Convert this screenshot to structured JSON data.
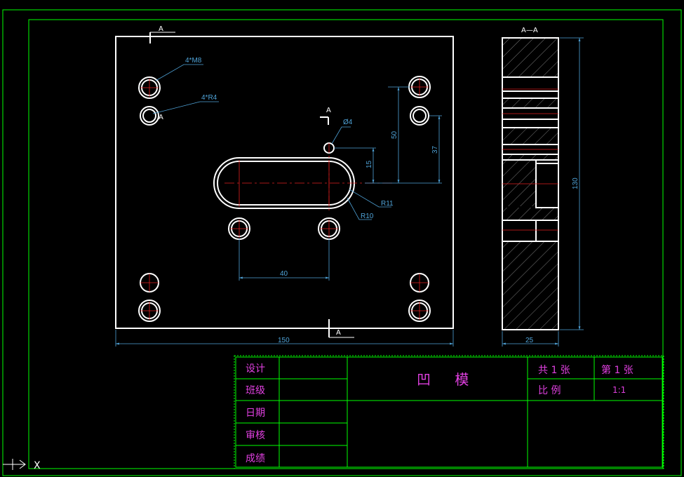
{
  "drawing": {
    "part_title": "凹 模",
    "section_label": "A—A",
    "cut_mark": "A",
    "callouts": {
      "threaded_holes": "4*M8",
      "radius_holes": "4*R4",
      "pin_hole": "Ø4",
      "r11": "R11",
      "r10": "R10"
    },
    "dimensions": {
      "width": "150",
      "slot_pitch": "40",
      "dim_50": "50",
      "dim_37": "37",
      "dim_15": "15",
      "height": "130",
      "thickness": "25"
    }
  },
  "title_block": {
    "design": "设计",
    "class": "班级",
    "date": "日期",
    "review": "审核",
    "score": "成绩",
    "total_sheets": "共 1 张",
    "sheet_no": "第 1 张",
    "scale_label": "比 例",
    "scale_value": "1:1"
  },
  "ucs": {
    "x_label": "X"
  },
  "colors": {
    "background": "#000000",
    "geometry": "#ffffff",
    "frame": "#00ff00",
    "dimension": "#4fa3d8",
    "centerline": "#e02020",
    "title_text": "#e040e0"
  }
}
